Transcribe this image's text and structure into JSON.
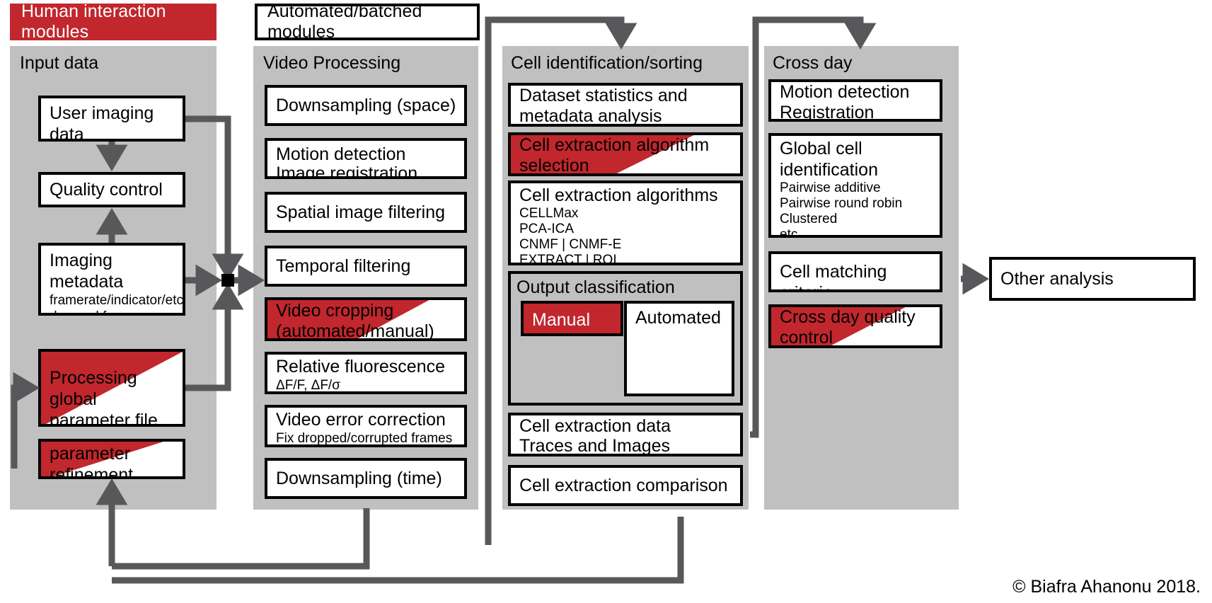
{
  "legend": {
    "human": "Human interaction modules",
    "automated": "Automated/batched modules"
  },
  "colors": {
    "human_red": "#c1272d",
    "panel_gray": "#c0c0c0",
    "wire_gray": "#58585a",
    "box_white": "#ffffff",
    "outline_black": "#000000"
  },
  "columns": [
    {
      "id": "input-data",
      "title": "Input data",
      "boxes": [
        {
          "id": "user-imaging-data",
          "title": "User imaging data\n(xyt or xyzt)",
          "sub": "",
          "fill": "white"
        },
        {
          "id": "quality-control",
          "title": "Quality control",
          "sub": "",
          "fill": "white"
        },
        {
          "id": "imaging-metadata",
          "title": "Imaging metadata",
          "sub": "framerate/indicator/etc.\ndropped frames",
          "fill": "white"
        },
        {
          "id": "processing-global-parameter-file",
          "title": "Processing global\nparameter file",
          "sub": "",
          "fill": "diagonal-red"
        },
        {
          "id": "parameter-refinement",
          "title": "parameter\nrefinement",
          "sub": "",
          "fill": "diagonal-red"
        }
      ]
    },
    {
      "id": "video-processing",
      "title": "Video Processing",
      "boxes": [
        {
          "id": "downsampling-space",
          "title": "Downsampling  (space)",
          "sub": "",
          "fill": "white"
        },
        {
          "id": "motion-detection-image-registration",
          "title": "Motion detection\nImage registration",
          "sub": "",
          "fill": "white"
        },
        {
          "id": "spatial-image-filtering",
          "title": "Spatial image  filtering",
          "sub": "",
          "fill": "white"
        },
        {
          "id": "temporal-filtering",
          "title": "Temporal filtering",
          "sub": "",
          "fill": "white"
        },
        {
          "id": "video-cropping",
          "title": "Video cropping\n(automated/manual)",
          "sub": "",
          "fill": "diagonal-red"
        },
        {
          "id": "relative-fluorescence",
          "title": "Relative fluorescence",
          "sub": "ΔF/F, ΔF/σ",
          "fill": "white"
        },
        {
          "id": "video-error-correction",
          "title": "Video error correction",
          "sub": "Fix dropped/corrupted frames",
          "fill": "white"
        },
        {
          "id": "downsampling-time",
          "title": "Downsampling  (time)",
          "sub": "",
          "fill": "white"
        }
      ]
    },
    {
      "id": "cell-identification-sorting",
      "title": "Cell identification/sorting",
      "boxes": [
        {
          "id": "dataset-statistics",
          "title": "Dataset statistics and\nmetadata analysis",
          "sub": "",
          "fill": "white"
        },
        {
          "id": "cell-extraction-algorithm-selection",
          "title": "Cell extraction algorithm\nselection",
          "sub": "",
          "fill": "diagonal-red"
        },
        {
          "id": "cell-extraction-algorithms",
          "title": "Cell extraction algorithms",
          "sub": "CELLMax\nPCA-ICA\nCNMF | CNMF-E\nEXTRACT | ROI",
          "fill": "white"
        },
        {
          "id": "cell-extraction-data",
          "title": "Cell extraction data\nTraces and Images",
          "sub": "",
          "fill": "white"
        },
        {
          "id": "cell-extraction-comparison",
          "title": "Cell extraction comparison",
          "sub": "",
          "fill": "white"
        }
      ],
      "subgroup": {
        "id": "output-classification",
        "title": "Output classification",
        "boxes": [
          {
            "id": "manual",
            "title": "Manual",
            "fill": "solid-red"
          },
          {
            "id": "automated",
            "title": "Automated",
            "fill": "white"
          }
        ]
      }
    },
    {
      "id": "cross-day",
      "title": "Cross day",
      "boxes": [
        {
          "id": "motion-detection-registration",
          "title": "Motion detection\nRegistration",
          "sub": "",
          "fill": "white"
        },
        {
          "id": "global-cell-identification",
          "title": "Global cell\nidentification",
          "sub": "Pairwise additive\nPairwise round robin\nClustered\netc.",
          "fill": "white"
        },
        {
          "id": "cell-matching-criteria",
          "title": "Cell matching criteria",
          "sub": "",
          "fill": "white"
        },
        {
          "id": "cross-day-quality-control",
          "title": "Cross day quality\ncontrol",
          "sub": "",
          "fill": "diagonal-red"
        }
      ]
    }
  ],
  "other_analysis": {
    "id": "other-analysis",
    "title": "Other analysis"
  },
  "credit": "© Biafra Ahanonu 2018."
}
